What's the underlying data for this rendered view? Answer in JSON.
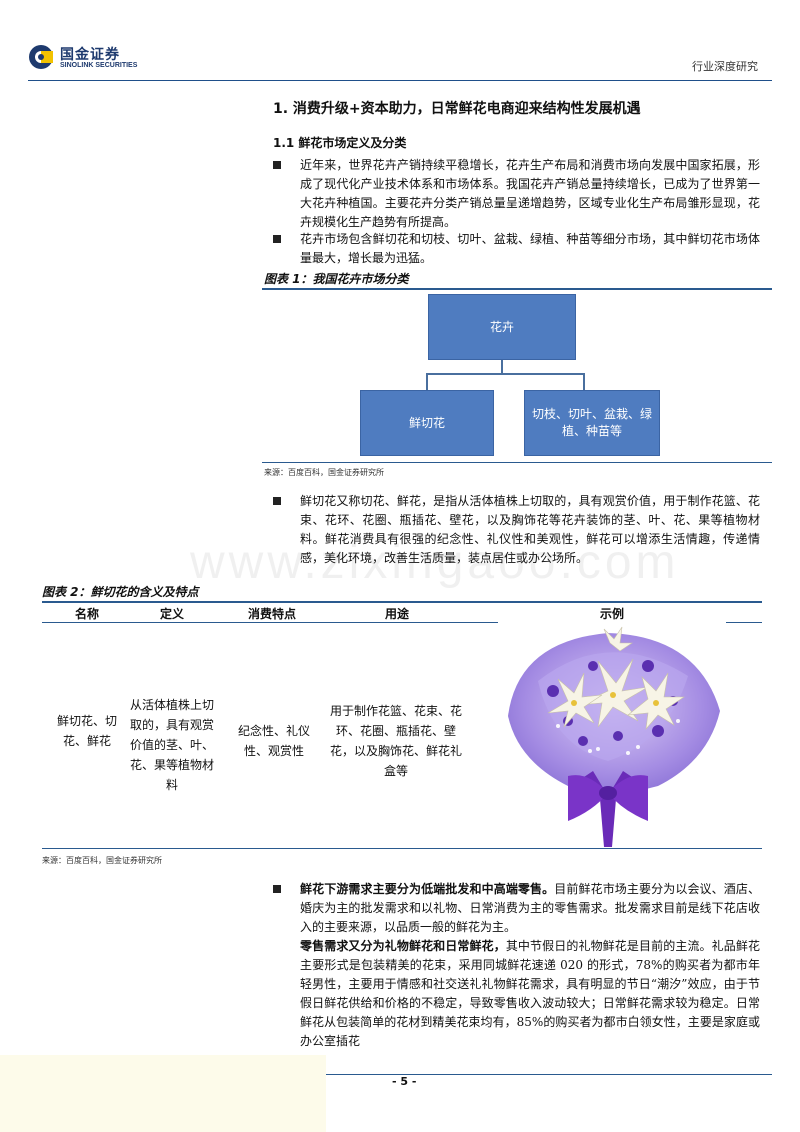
{
  "header": {
    "logo_cn": "国金证券",
    "logo_en": "SINOLINK SECURITIES",
    "report_type": "行业深度研究"
  },
  "section": {
    "h1": "1.  消费升级+资本助力，日常鲜花电商迎来结构性发展机遇",
    "h2": "1.1 鲜花市场定义及分类"
  },
  "paragraphs": {
    "p1": "近年来，世界花卉产销持续平稳增长，花卉生产布局和消费市场向发展中国家拓展，形成了现代化产业技术体系和市场体系。我国花卉产销总量持续增长，已成为了世界第一大花卉种植国。主要花卉分类产销总量呈递增趋势，区域专业化生产布局雏形显现，花卉规模化生产趋势有所提高。",
    "p2": "花卉市场包含鲜切花和切枝、切叶、盆栽、绿植、种苗等细分市场，其中鲜切花市场体量最大，增长最为迅猛。",
    "p3": "鲜切花又称切花、鲜花，是指从活体植株上切取的，具有观赏价值，用于制作花篮、花束、花环、花圈、瓶插花、壁花，以及胸饰花等花卉装饰的茎、叶、花、果等植物材料。鲜花消费具有很强的纪念性、礼仪性和美观性，鲜花可以增添生活情趣，传递情感，美化环境，改善生活质量，装点居住或办公场所。",
    "p4_bold": "鲜花下游需求主要分为低端批发和中高端零售。",
    "p4_rest": "目前鲜花市场主要分为以会议、酒店、婚庆为主的批发需求和以礼物、日常消费为主的零售需求。批发需求目前是线下花店收入的主要来源，以品质一般的鲜花为主。",
    "p5_bold": "零售需求又分为礼物鲜花和日常鲜花，",
    "p5_rest": "其中节假日的礼物鲜花是目前的主流。礼品鲜花主要形式是包装精美的花束，采用同城鲜花速递 020 的形式，78%的购买者为都市年轻男性，主要用于情感和社交送礼礼物鲜花需求，具有明显的节日“潮汐”效应，由于节假日鲜花供给和价格的不稳定，导致零售收入波动较大；日常鲜花需求较为稳定。日常鲜花从包装简单的花材到精美花束均有，85%的购买者为都市白领女性，主要是家庭或办公室插花"
  },
  "figure1": {
    "title": "图表 1：我国花卉市场分类",
    "root": "花卉",
    "child_left": "鲜切花",
    "child_right": "切枝、切叶、盆栽、绿植、种苗等",
    "source": "来源：百度百科，国金证券研究所"
  },
  "figure2": {
    "title": "图表 2：鲜切花的含义及特点",
    "headers": [
      "名称",
      "定义",
      "消费特点",
      "用途",
      "示例"
    ],
    "row": {
      "name": "鲜切花、切花、鲜花",
      "definition": "从活体植株上切取的，具有观赏价值的茎、叶、花、果等植物材料",
      "features": "纪念性、礼仪性、观赏性",
      "usage": "用于制作花篮、花束、花环、花圈、瓶插花、壁花，以及胸饰花、鲜花礼盒等"
    },
    "source": "来源：百度百科，国金证券研究所"
  },
  "footer": {
    "page": "- 5 -"
  },
  "watermark": "www.zixingaoo.com",
  "colors": {
    "brand_blue": "#1e3a6e",
    "rule_blue": "#2a5a8f",
    "box_blue": "#4f7cc0"
  }
}
